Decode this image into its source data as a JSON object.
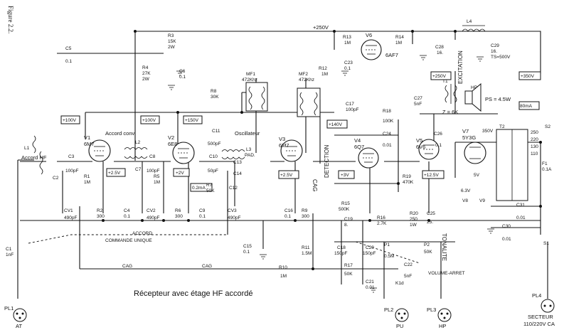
{
  "figure_label": "Figure 2.2.",
  "caption": "Récepteur avec étage HF accordé",
  "voltages": {
    "v250": "+250V",
    "v350": "+350V",
    "v100a": "+100V",
    "v100b": "+100V",
    "v150": "+150V",
    "v250b": "+250V",
    "v140": "+140V",
    "v2_5a": "+2.5V",
    "v2": "+2V",
    "v2_5b": "+2.5V",
    "v3": "+3V",
    "v12_5": "+12.5V",
    "ma02": "0.2mA",
    "ma80": "80mA"
  },
  "tubes": [
    {
      "ref": "V1",
      "type": "6M7"
    },
    {
      "ref": "V2",
      "type": "6E8"
    },
    {
      "ref": "V3",
      "type": "6M7"
    },
    {
      "ref": "V4",
      "type": "6Q7"
    },
    {
      "ref": "V5",
      "type": "6V6"
    },
    {
      "ref": "V6",
      "type": "6AF7"
    },
    {
      "ref": "V7",
      "type": "5Y3G"
    }
  ],
  "components": [
    {
      "ref": "C5",
      "value": "0.1"
    },
    {
      "ref": "R3",
      "value": "15K",
      "extra": "2W"
    },
    {
      "ref": "R4",
      "value": "27K",
      "extra": "2W"
    },
    {
      "ref": "C6",
      "value": "0.1"
    },
    {
      "ref": "R8",
      "value": "30K"
    },
    {
      "ref": "MF1",
      "value": "472Khz"
    },
    {
      "ref": "MF2",
      "value": "472Khz"
    },
    {
      "ref": "R13",
      "value": "1M"
    },
    {
      "ref": "R14",
      "value": "1M"
    },
    {
      "ref": "R12",
      "value": "1M"
    },
    {
      "ref": "C23",
      "value": "0.1"
    },
    {
      "ref": "L4",
      "value": ""
    },
    {
      "ref": "C28",
      "value": "16."
    },
    {
      "ref": "C29",
      "value": "16.",
      "extra": "TS=500V"
    },
    {
      "ref": "C17",
      "value": "100pF"
    },
    {
      "ref": "C27",
      "value": "5nF"
    },
    {
      "ref": "T1",
      "value": ""
    },
    {
      "ref": "HP",
      "value": "PS = 4.5W"
    },
    {
      "ref": "R18",
      "value": "100K"
    },
    {
      "ref": "C24",
      "value": "0.01"
    },
    {
      "ref": "C26",
      "value": "0.1"
    },
    {
      "ref": "C3",
      "value": "100pF"
    },
    {
      "ref": "C7",
      "value": ""
    },
    {
      "ref": "C8",
      "value": "100pF"
    },
    {
      "ref": "C11",
      "value": "500pF"
    },
    {
      "ref": "C10",
      "value": "50pF"
    },
    {
      "ref": "L3",
      "value": ""
    },
    {
      "ref": "C13",
      "value": ""
    },
    {
      "ref": "C14",
      "value": ""
    },
    {
      "ref": "C12",
      "value": ""
    },
    {
      "ref": "R7",
      "value": "50K"
    },
    {
      "ref": "L1",
      "value": ""
    },
    {
      "ref": "L2",
      "value": ""
    },
    {
      "ref": "C2",
      "value": ""
    },
    {
      "ref": "R1",
      "value": "1M"
    },
    {
      "ref": "R2",
      "value": "300"
    },
    {
      "ref": "C4",
      "value": "0.1"
    },
    {
      "ref": "R5",
      "value": "1M"
    },
    {
      "ref": "R6",
      "value": "300"
    },
    {
      "ref": "C9",
      "value": "0.1"
    },
    {
      "ref": "CV1",
      "value": "490pF"
    },
    {
      "ref": "CV2",
      "value": "490pF"
    },
    {
      "ref": "CV3",
      "value": "490pF"
    },
    {
      "ref": "C16",
      "value": "0.1"
    },
    {
      "ref": "R9",
      "value": "300"
    },
    {
      "ref": "C15",
      "value": "0.1"
    },
    {
      "ref": "R11",
      "value": "1.5M"
    },
    {
      "ref": "R10",
      "value": "1M"
    },
    {
      "ref": "R15",
      "value": "500K"
    },
    {
      "ref": "C19",
      "value": "8."
    },
    {
      "ref": "R16",
      "value": "2.7K"
    },
    {
      "ref": "R19",
      "value": "470K"
    },
    {
      "ref": "R20",
      "value": "250",
      "extra": "1W"
    },
    {
      "ref": "C25",
      "value": "25."
    },
    {
      "ref": "C18",
      "value": "150pF"
    },
    {
      "ref": "C20",
      "value": "150pF"
    },
    {
      "ref": "P1",
      "value": "0.5M"
    },
    {
      "ref": "P2",
      "value": "50K"
    },
    {
      "ref": "R17",
      "value": "50K"
    },
    {
      "ref": "C22",
      "value": "5nF"
    },
    {
      "ref": "C21",
      "value": "0.01"
    },
    {
      "ref": "C31",
      "value": "0.01"
    },
    {
      "ref": "C30",
      "value": "0.01"
    },
    {
      "ref": "C1",
      "value": "1nF"
    },
    {
      "ref": "F1",
      "value": "0.1A"
    },
    {
      "ref": "K1d",
      "value": ""
    },
    {
      "ref": "S1",
      "value": ""
    },
    {
      "ref": "S2",
      "value": ""
    },
    {
      "ref": "T2",
      "value": ""
    },
    {
      "ref": "V8",
      "value": ""
    },
    {
      "ref": "V9",
      "value": ""
    }
  ],
  "labels": {
    "accord_hf": "Accord HF",
    "accord_conv": "Accord conv.",
    "oscillateur": "Oscillateur",
    "pad": "PAD.",
    "accord": "ACCORD",
    "commande_unique": "COMMANDE UNIQUE",
    "cag1": "CAG",
    "cag2": "CAG",
    "cag3": "CAG",
    "detection": "DETECTION",
    "tonalite": "TONALITE",
    "volume_arret": "VOLUME-ARRET",
    "excitation": "EXCITATION",
    "z": "Z = 6K",
    "v350t": "350V",
    "v6_3": "6.3V",
    "v5": "5V",
    "taps": [
      "250",
      "220",
      "130",
      "110"
    ],
    "secteur": "SECTEUR",
    "secteur_v": "110/220V CA"
  },
  "connectors": [
    {
      "ref": "PL1",
      "name": "AT"
    },
    {
      "ref": "PL2",
      "name": "PU"
    },
    {
      "ref": "PL3",
      "name": "HP"
    },
    {
      "ref": "PL4",
      "name": ""
    }
  ]
}
